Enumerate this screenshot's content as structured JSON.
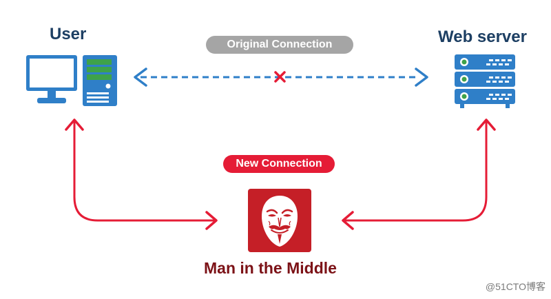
{
  "nodes": {
    "user": {
      "label": "User",
      "icon": "desktop-computer-icon"
    },
    "server": {
      "label": "Web server",
      "icon": "server-rack-icon"
    },
    "attacker": {
      "label": "Man in the Middle",
      "icon": "guy-fawkes-mask-icon"
    }
  },
  "connections": {
    "original": {
      "label": "Original Connection",
      "status": "broken"
    },
    "new": {
      "label": "New Connection"
    }
  },
  "watermark": "@51CTO博客",
  "colors": {
    "title_blue": "#1d3f63",
    "icon_blue": "#2f7fc8",
    "icon_green": "#3ea24a",
    "arrow_red": "#e51c36",
    "attacker_red": "#c51f27",
    "label_dark_red": "#7c1217",
    "pill_gray": "#a5a5a5"
  }
}
